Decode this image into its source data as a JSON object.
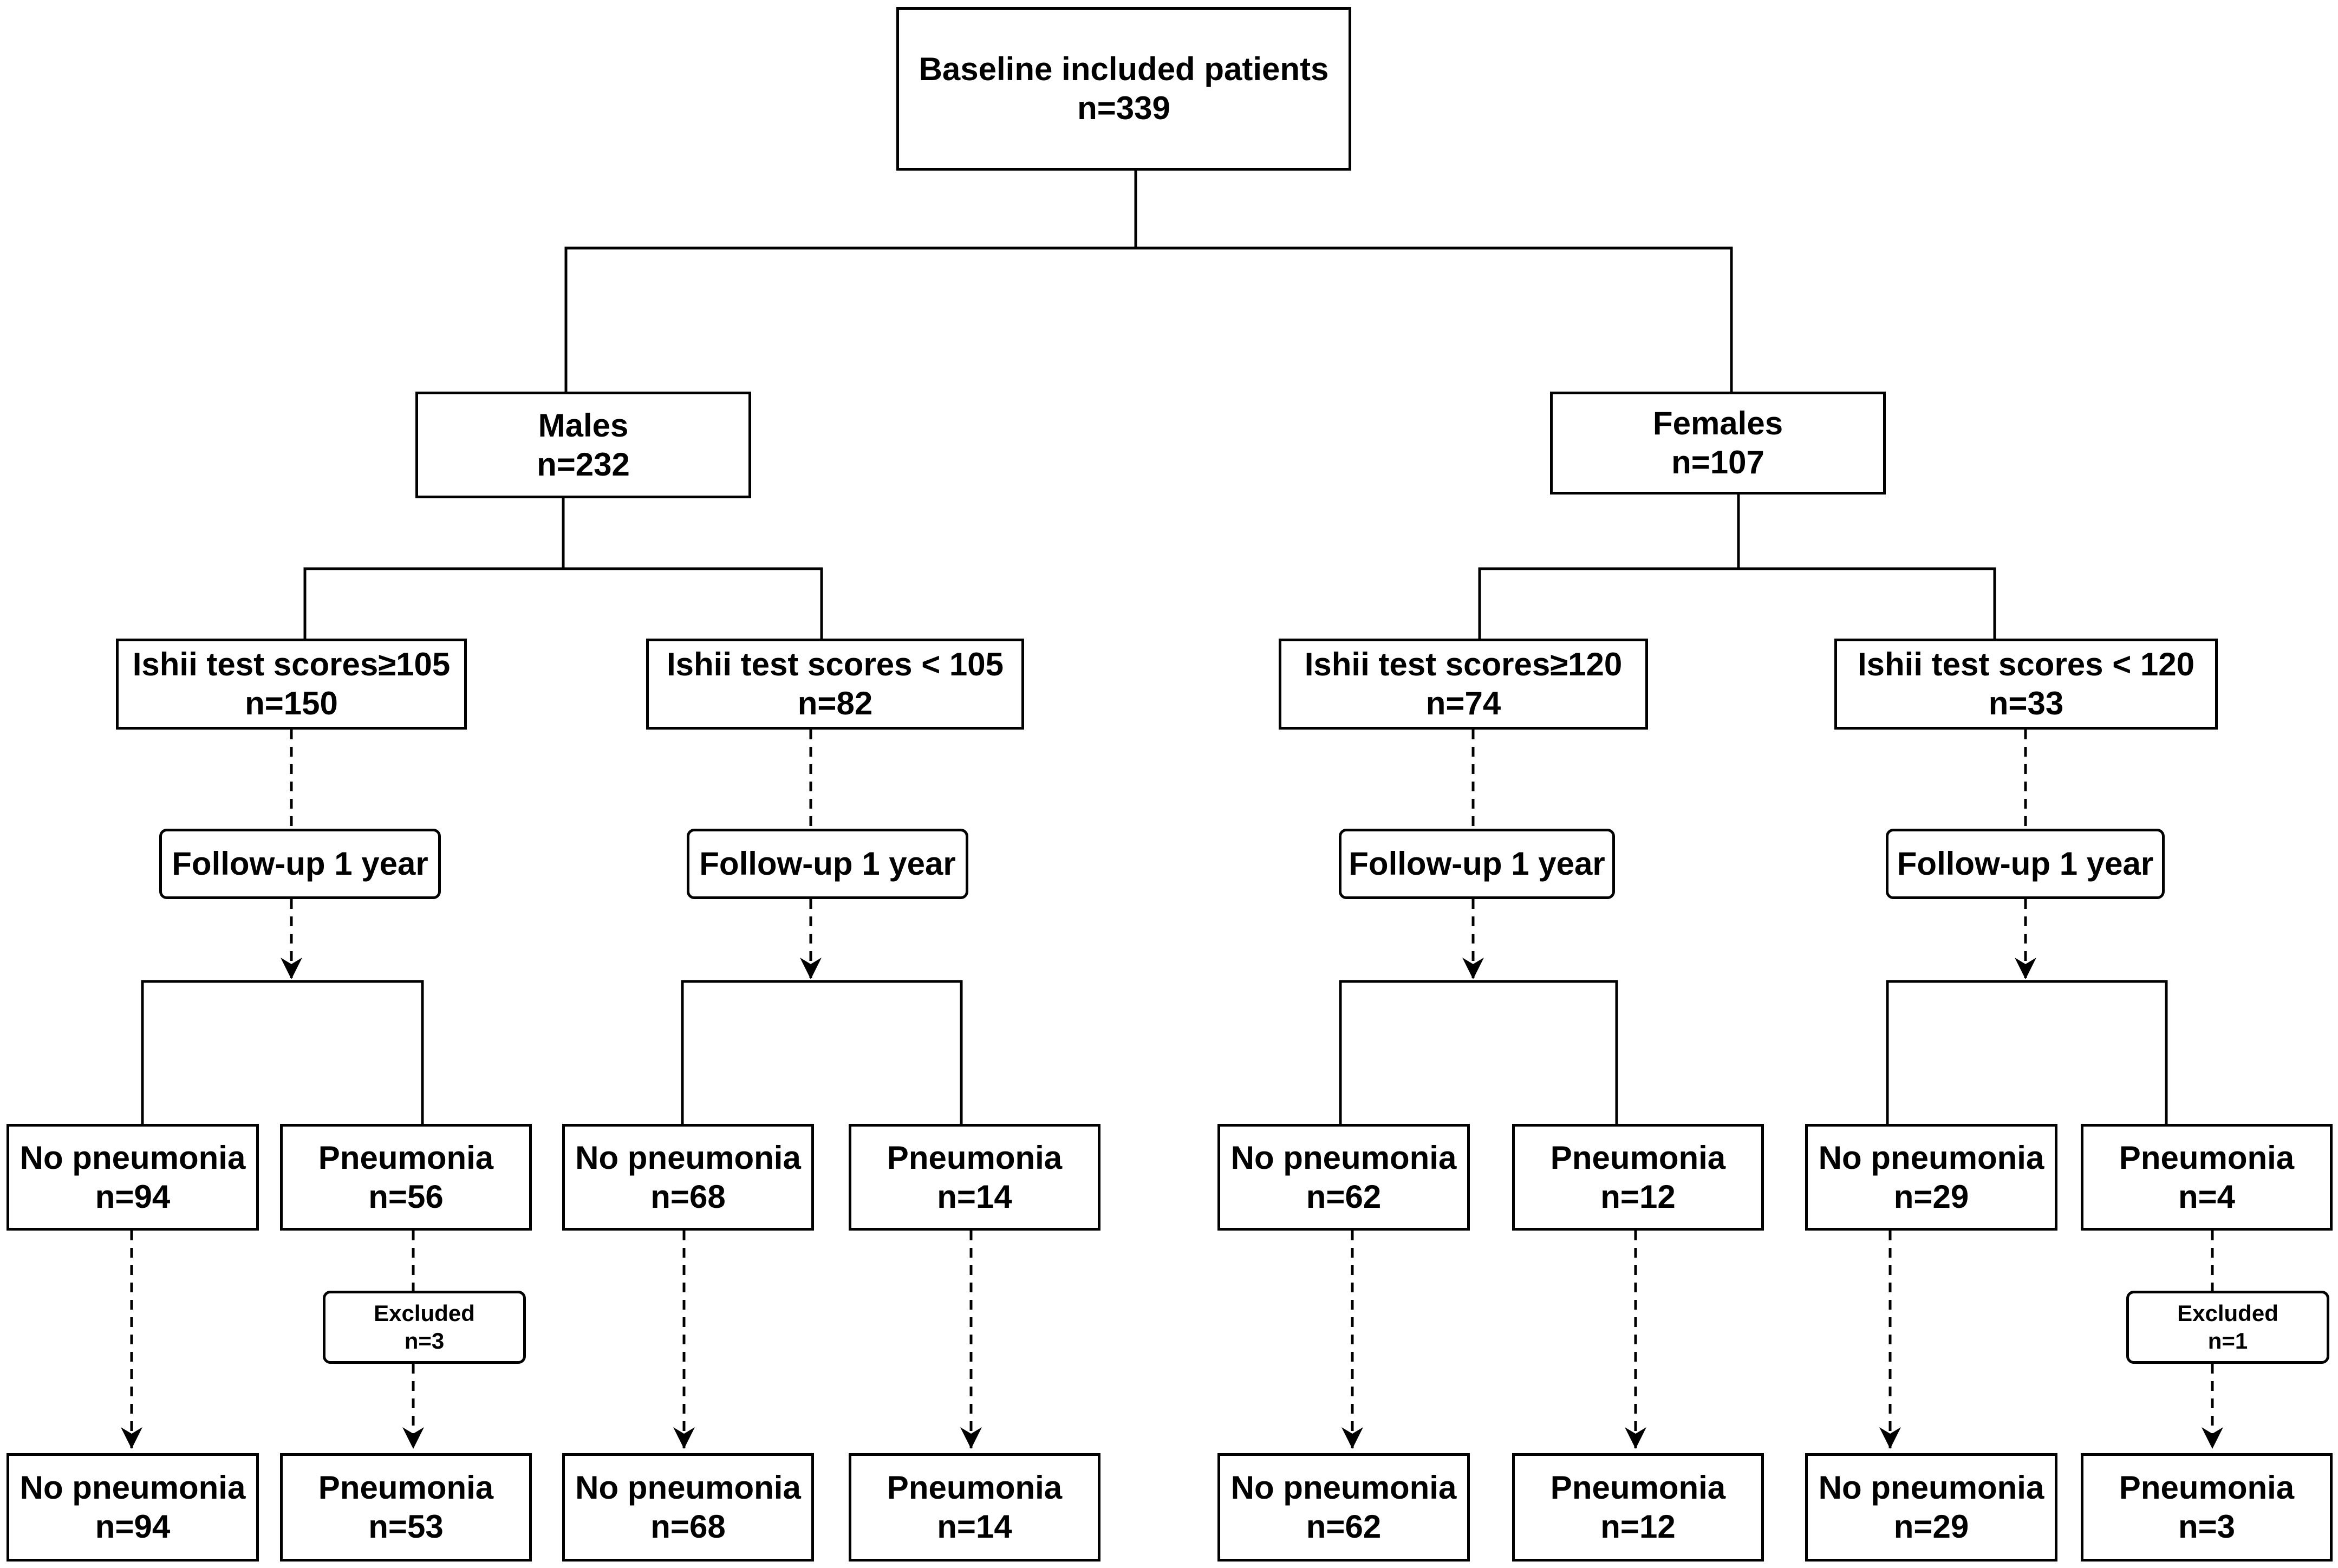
{
  "root": {
    "title": "Baseline included patients",
    "count": "n=339"
  },
  "sex_groups": [
    {
      "label": "Males",
      "count": "n=232"
    },
    {
      "label": "Females",
      "count": "n=107"
    }
  ],
  "score_groups": [
    {
      "label": "Ishii test scores≥105",
      "count": "n=150"
    },
    {
      "label": "Ishii test scores < 105",
      "count": "n=82"
    },
    {
      "label": "Ishii test scores≥120",
      "count": "n=74"
    },
    {
      "label": "Ishii test scores  < 120",
      "count": "n=33"
    }
  ],
  "followup_label": "Follow-up 1 year",
  "outcomes": [
    {
      "label": "No pneumonia",
      "count": "n=94"
    },
    {
      "label": "Pneumonia",
      "count": "n=56"
    },
    {
      "label": "No pneumonia",
      "count": "n=68"
    },
    {
      "label": "Pneumonia",
      "count": "n=14"
    },
    {
      "label": "No pneumonia",
      "count": "n=62"
    },
    {
      "label": "Pneumonia",
      "count": "n=12"
    },
    {
      "label": "No pneumonia",
      "count": "n=29"
    },
    {
      "label": "Pneumonia",
      "count": "n=4"
    }
  ],
  "exclusions": [
    {
      "label": "Excluded",
      "count": "n=3"
    },
    {
      "label": "Excluded",
      "count": "n=1"
    }
  ],
  "finals": [
    {
      "label": "No pneumonia",
      "count": "n=94"
    },
    {
      "label": "Pneumonia",
      "count": "n=53"
    },
    {
      "label": "No pneumonia",
      "count": "n=68"
    },
    {
      "label": "Pneumonia",
      "count": "n=14"
    },
    {
      "label": "No pneumonia",
      "count": "n=62"
    },
    {
      "label": "Pneumonia",
      "count": "n=12"
    },
    {
      "label": "No pneumonia",
      "count": "n=29"
    },
    {
      "label": "Pneumonia",
      "count": "n=3"
    }
  ]
}
